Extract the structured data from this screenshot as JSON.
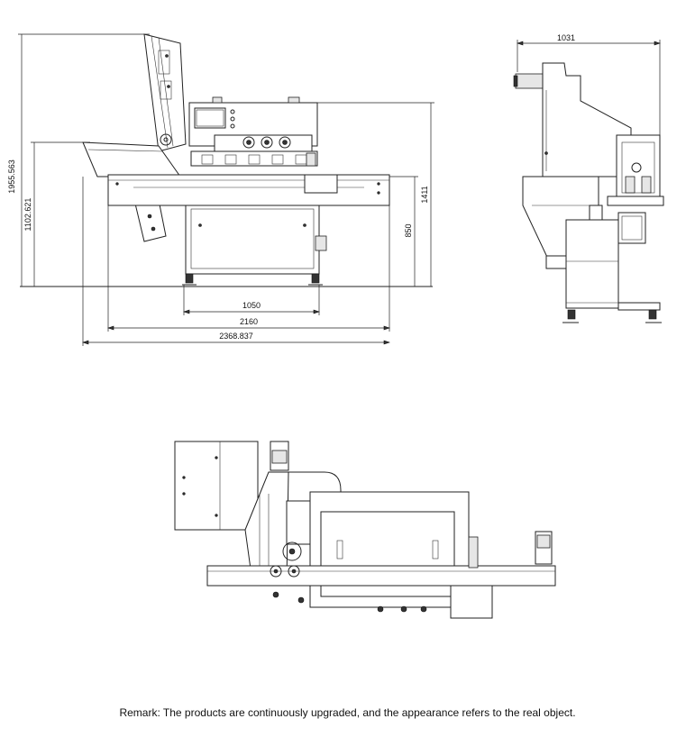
{
  "dimensions": {
    "overall_height": "1955.563",
    "infeed_height": "1102.621",
    "height_right": "1411",
    "table_height": "850",
    "frame_length": "1050",
    "table_length": "2160",
    "overall_length": "2368.837",
    "side_width": "1031"
  },
  "remark": "Remark: The products are continuously upgraded, and the appearance refers to the real object."
}
